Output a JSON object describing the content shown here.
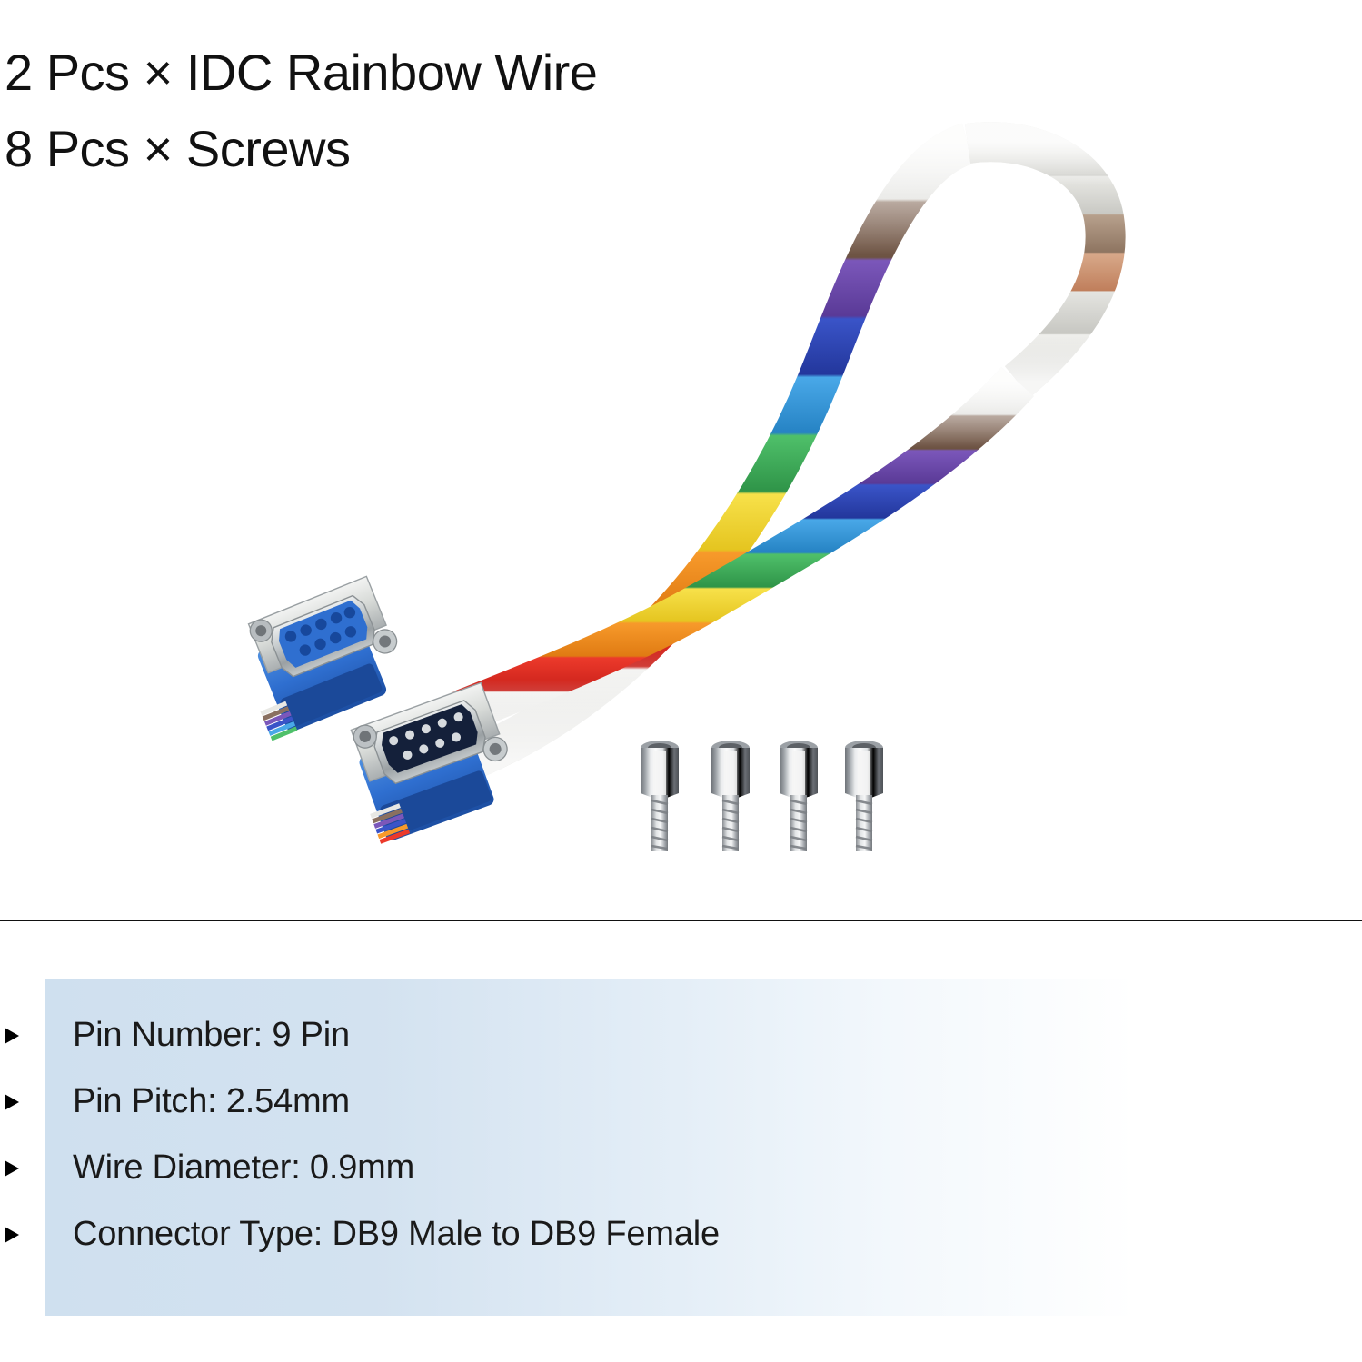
{
  "heading": {
    "line1": "2 Pcs × IDC Rainbow Wire",
    "line2": "8 Pcs × Screws"
  },
  "product_image": {
    "alt": "Two IDC rainbow ribbon cables with DB9 male and DB9 female connectors and four hex standoff screws",
    "items": [
      {
        "name": "db9-female-connector",
        "body_color": "#2f6fd0",
        "shell_color": "#c9cdd2",
        "insert_color": "#2f6fd0"
      },
      {
        "name": "db9-male-connector",
        "body_color": "#2f6fd0",
        "shell_color": "#c9cdd2",
        "insert_color": "#14203a"
      },
      {
        "name": "hex-standoff-screw",
        "count": 4,
        "finish_color": "#b9bcc0"
      }
    ],
    "ribbon_colors": [
      "#e8e8e6",
      "#8a7060",
      "#6e4fa3",
      "#2f3f9e",
      "#2f8fd8",
      "#3aa655",
      "#f2d32c",
      "#f08b22",
      "#e02b20",
      "#e8e8e6"
    ]
  },
  "spec_panel": {
    "accent_color": "#cfe0ef",
    "bullet_icon": "triangle-right-icon",
    "rows": [
      {
        "label": "Pin Number: 9 Pin"
      },
      {
        "label": "Pin Pitch: 2.54mm"
      },
      {
        "label": "Wire Diameter: 0.9mm"
      },
      {
        "label": "Connector Type: DB9 Male to DB9 Female"
      }
    ]
  }
}
